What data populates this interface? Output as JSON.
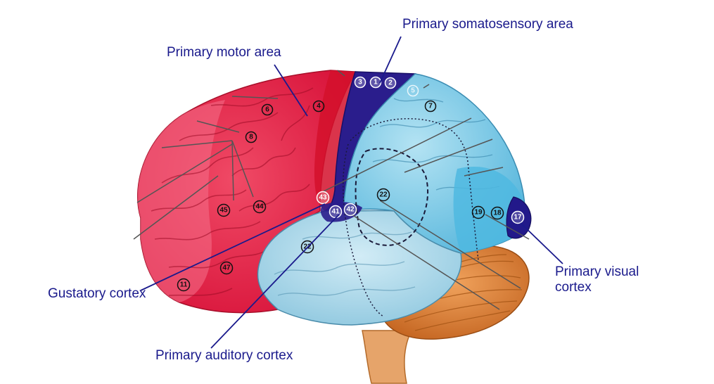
{
  "labels": {
    "motor": "Primary motor area",
    "somatosensory": "Primary somatosensory area",
    "gustatory": "Gustatory cortex",
    "auditory": "Primary auditory cortex",
    "visual_line1": "Primary visual",
    "visual_line2": "cortex"
  },
  "areas": [
    {
      "id": "a3",
      "n": "3"
    },
    {
      "id": "a1",
      "n": "1"
    },
    {
      "id": "a2",
      "n": "2"
    },
    {
      "id": "a5",
      "n": "5"
    },
    {
      "id": "a7",
      "n": "7"
    },
    {
      "id": "a6",
      "n": "6"
    },
    {
      "id": "a4",
      "n": "4"
    },
    {
      "id": "a8",
      "n": "8"
    },
    {
      "id": "a43",
      "n": "43"
    },
    {
      "id": "a45",
      "n": "45"
    },
    {
      "id": "a44",
      "n": "44"
    },
    {
      "id": "a41",
      "n": "41"
    },
    {
      "id": "a42",
      "n": "42"
    },
    {
      "id": "a22a",
      "n": "22"
    },
    {
      "id": "a22b",
      "n": "22"
    },
    {
      "id": "a19",
      "n": "19"
    },
    {
      "id": "a18",
      "n": "18"
    },
    {
      "id": "a17",
      "n": "17"
    },
    {
      "id": "a47",
      "n": "47"
    },
    {
      "id": "a11",
      "n": "11"
    }
  ],
  "colors": {
    "frontal": "#e8193c",
    "prefrontal": "#f25470",
    "motor": "#d4102c",
    "somatosensory": "#2a1d8c",
    "parietal": "#8fd3ec",
    "temporal": "#b5dcec",
    "occipital": "#4fb9e0",
    "visual": "#22198a",
    "cerebellum": "#d97a32",
    "brainstem": "#e6a46a",
    "label_text": "#1a1a8c"
  }
}
